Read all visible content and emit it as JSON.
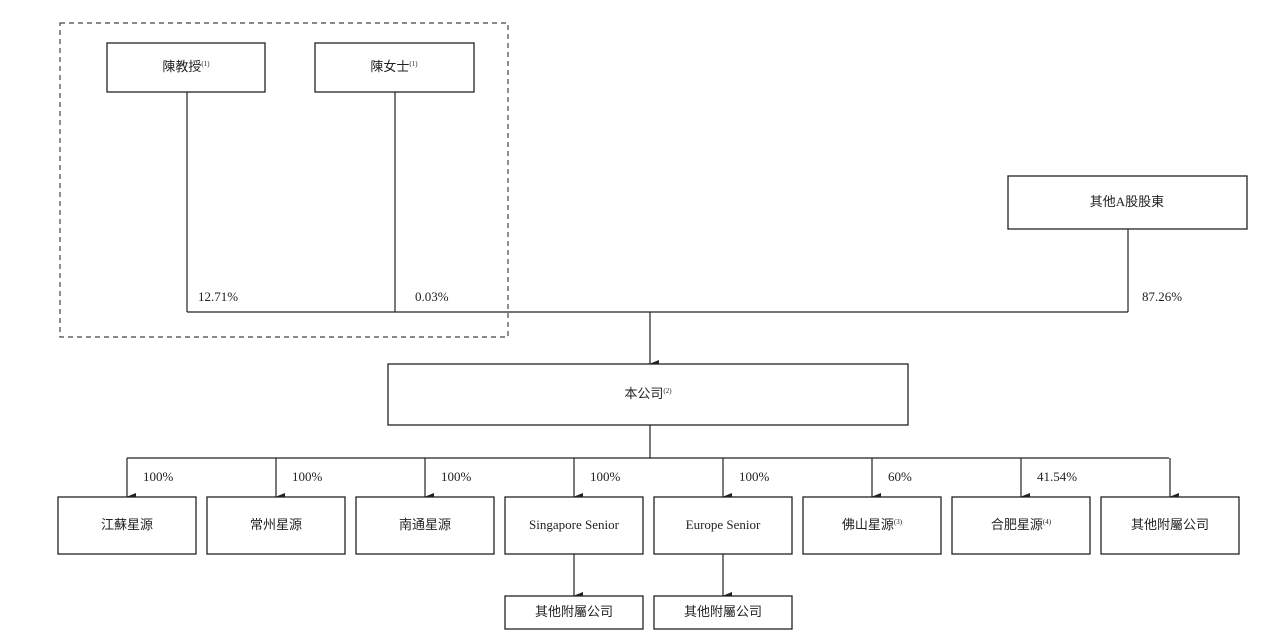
{
  "shareholders": {
    "professor_chen": {
      "label": "陳教授",
      "note": "(1)",
      "stake": "12.71%"
    },
    "ms_chen": {
      "label": "陳女士",
      "note": "(1)",
      "stake": "0.03%"
    },
    "other_a_shareholders": {
      "label": "其他A股股東",
      "stake": "87.26%"
    }
  },
  "company": {
    "label": "本公司",
    "note": "(2)"
  },
  "subsidiaries": [
    {
      "label": "江蘇星源",
      "note": "",
      "stake": "100%"
    },
    {
      "label": "常州星源",
      "note": "",
      "stake": "100%"
    },
    {
      "label": "南通星源",
      "note": "",
      "stake": "100%"
    },
    {
      "label": "Singapore Senior",
      "note": "",
      "stake": "100%",
      "child": "其他附屬公司"
    },
    {
      "label": "Europe Senior",
      "note": "",
      "stake": "100%",
      "child": "其他附屬公司"
    },
    {
      "label": "佛山星源",
      "note": "(3)",
      "stake": "60%"
    },
    {
      "label": "合肥星源",
      "note": "(4)",
      "stake": "41.54%"
    },
    {
      "label": "其他附屬公司",
      "note": "",
      "stake": ""
    }
  ]
}
